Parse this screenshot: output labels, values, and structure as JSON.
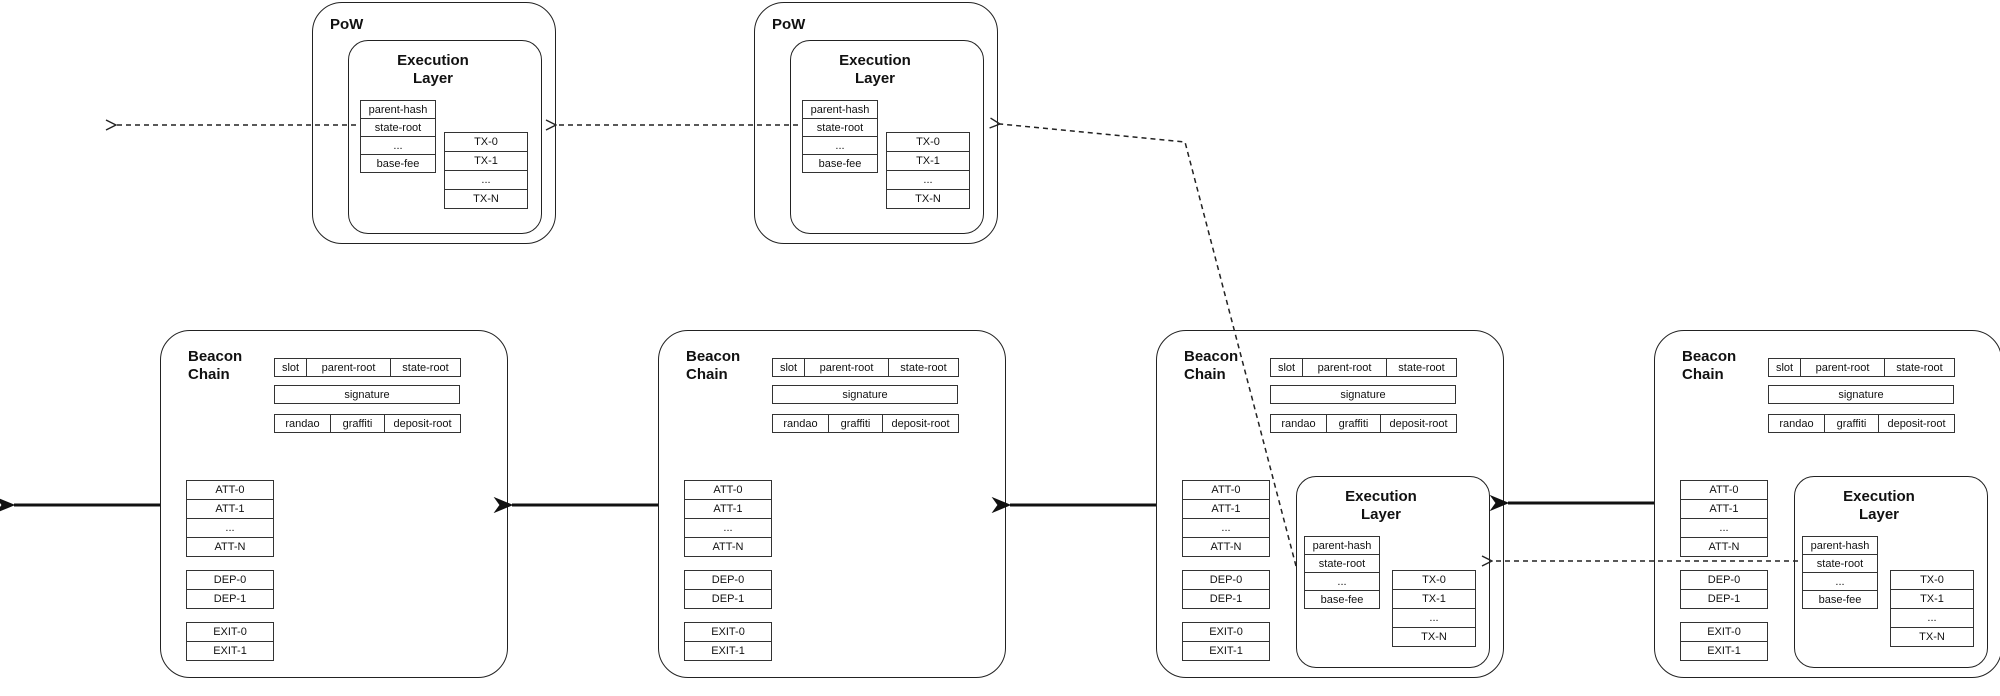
{
  "pow_blocks": [
    {
      "title": "PoW",
      "execution_title": "Execution Layer",
      "header_fields": [
        "parent-hash",
        "state-root",
        "...",
        "base-fee"
      ],
      "tx_fields": [
        "TX-0",
        "TX-1",
        "...",
        "TX-N"
      ]
    },
    {
      "title": "PoW",
      "execution_title": "Execution Layer",
      "header_fields": [
        "parent-hash",
        "state-root",
        "...",
        "base-fee"
      ],
      "tx_fields": [
        "TX-0",
        "TX-1",
        "...",
        "TX-N"
      ]
    }
  ],
  "beacon_blocks": [
    {
      "title": "Beacon Chain",
      "row1": [
        "slot",
        "parent-root",
        "state-root"
      ],
      "signature": "signature",
      "row3": [
        "randao",
        "graffiti",
        "deposit-root"
      ],
      "attestations": [
        "ATT-0",
        "ATT-1",
        "...",
        "ATT-N"
      ],
      "deposits": [
        "DEP-0",
        "DEP-1"
      ],
      "exits": [
        "EXIT-0",
        "EXIT-1"
      ]
    },
    {
      "title": "Beacon Chain",
      "row1": [
        "slot",
        "parent-root",
        "state-root"
      ],
      "signature": "signature",
      "row3": [
        "randao",
        "graffiti",
        "deposit-root"
      ],
      "attestations": [
        "ATT-0",
        "ATT-1",
        "...",
        "ATT-N"
      ],
      "deposits": [
        "DEP-0",
        "DEP-1"
      ],
      "exits": [
        "EXIT-0",
        "EXIT-1"
      ]
    },
    {
      "title": "Beacon Chain",
      "row1": [
        "slot",
        "parent-root",
        "state-root"
      ],
      "signature": "signature",
      "row3": [
        "randao",
        "graffiti",
        "deposit-root"
      ],
      "attestations": [
        "ATT-0",
        "ATT-1",
        "...",
        "ATT-N"
      ],
      "deposits": [
        "DEP-0",
        "DEP-1"
      ],
      "exits": [
        "EXIT-0",
        "EXIT-1"
      ],
      "execution": {
        "title": "Execution Layer",
        "header_fields": [
          "parent-hash",
          "state-root",
          "...",
          "base-fee"
        ],
        "tx_fields": [
          "TX-0",
          "TX-1",
          "...",
          "TX-N"
        ]
      }
    },
    {
      "title": "Beacon Chain",
      "row1": [
        "slot",
        "parent-root",
        "state-root"
      ],
      "signature": "signature",
      "row3": [
        "randao",
        "graffiti",
        "deposit-root"
      ],
      "attestations": [
        "ATT-0",
        "ATT-1",
        "...",
        "ATT-N"
      ],
      "deposits": [
        "DEP-0",
        "DEP-1"
      ],
      "exits": [
        "EXIT-0",
        "EXIT-1"
      ],
      "execution": {
        "title": "Execution Layer",
        "header_fields": [
          "parent-hash",
          "state-root",
          "...",
          "base-fee"
        ],
        "tx_fields": [
          "TX-0",
          "TX-1",
          "...",
          "TX-N"
        ]
      }
    }
  ]
}
